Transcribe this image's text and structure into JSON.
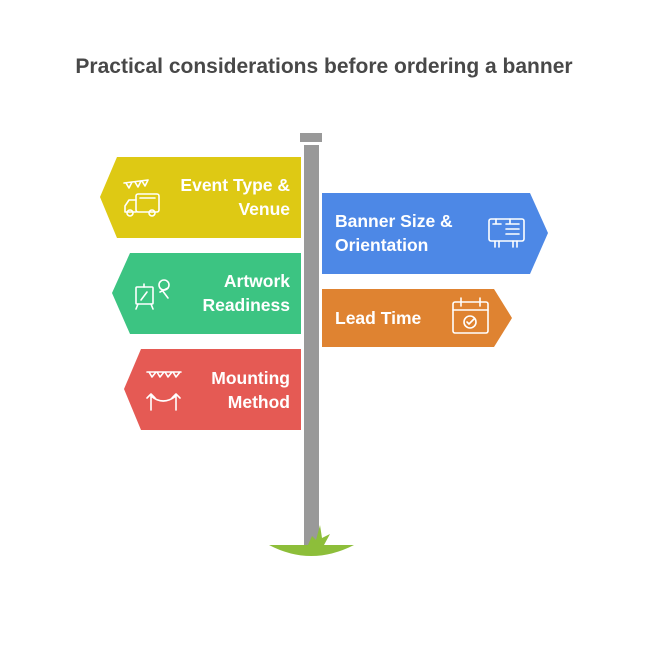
{
  "title": "Practical considerations before ordering a banner",
  "signs": [
    {
      "label_line1": "Event Type &",
      "label_line2": "Venue",
      "icon": "food-truck-icon",
      "color": "#DEC914",
      "side": "left"
    },
    {
      "label_line1": "Banner Size &",
      "label_line2": "Orientation",
      "icon": "billboard-icon",
      "color": "#4D88E6",
      "side": "right"
    },
    {
      "label_line1": "Artwork",
      "label_line2": "Readiness",
      "icon": "easel-icon",
      "color": "#3CC482",
      "side": "left"
    },
    {
      "label_line1": "Lead Time",
      "icon": "calendar-check-icon",
      "color": "#DF8331",
      "side": "right"
    },
    {
      "label_line1": "Mounting",
      "label_line2": "Method",
      "icon": "bunting-rope-icon",
      "color": "#E55A54",
      "side": "left"
    }
  ],
  "colors": {
    "pole": "#999999",
    "grass": "#8DBE3A",
    "title": "#484848"
  }
}
